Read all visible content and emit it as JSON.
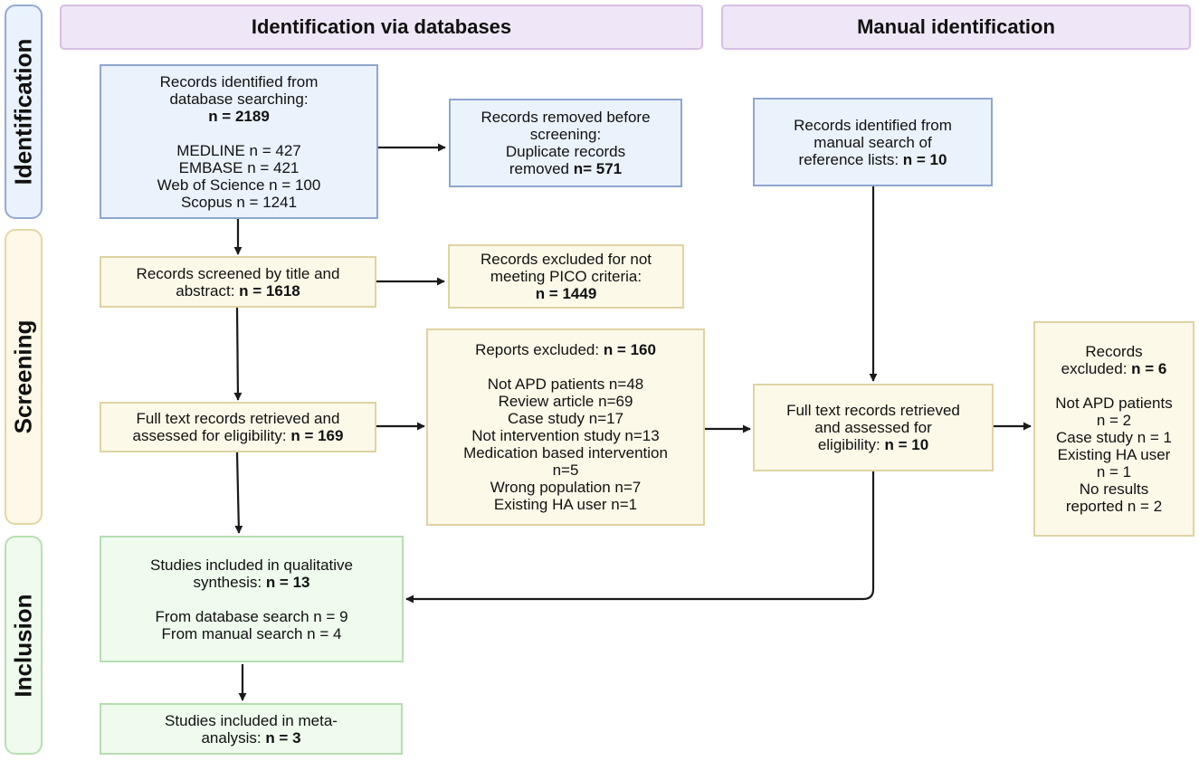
{
  "headers": {
    "databases": "Identification via databases",
    "manual": "Manual identification"
  },
  "phases": {
    "identification": "Identification",
    "screening": "Screening",
    "inclusion": "Inclusion"
  },
  "boxes": {
    "db_identified": {
      "l1": "Records identified from",
      "l2": "database searching:",
      "n": "n = 2189",
      "s1": "MEDLINE n = 427",
      "s2": "EMBASE n = 421",
      "s3": "Web of Science n = 100",
      "s4": "Scopus n = 1241"
    },
    "removed": {
      "l1": "Records removed before",
      "l2": "screening:",
      "l3": "Duplicate records",
      "l4a": "removed ",
      "n": "n= 571"
    },
    "manual_identified": {
      "l1": "Records identified from",
      "l2": "manual search of",
      "l3a": "reference lists: ",
      "n": "n = 10"
    },
    "screened": {
      "l1": "Records screened by title and",
      "l2a": "abstract: ",
      "n": "n = 1618"
    },
    "excluded_pico": {
      "l1": "Records excluded for not",
      "l2": "meeting PICO criteria:",
      "n": "n = 1449"
    },
    "fulltext_db": {
      "l1": "Full text records retrieved and",
      "l2a": "assessed for eligibility: ",
      "n": "n = 169"
    },
    "reports_excluded": {
      "title": "Reports excluded: ",
      "n": "n = 160",
      "items": [
        "Not APD patients n=48",
        "Review article n=69",
        "Case study n=17",
        "Not intervention study n=13",
        "Medication based intervention",
        "n=5",
        "Wrong population n=7",
        "Existing HA user n=1"
      ]
    },
    "fulltext_manual": {
      "l1": "Full text records retrieved",
      "l2": "and assessed for",
      "l3a": "eligibility: ",
      "n": "n = 10"
    },
    "records_excluded_manual": {
      "l1": "Records",
      "l2a": "excluded: ",
      "n": "n = 6",
      "items": [
        "Not APD patients",
        "n = 2",
        "Case study n = 1",
        "Existing HA user",
        "n = 1",
        "No results",
        "reported n = 2"
      ]
    },
    "qualitative": {
      "l1": "Studies included in qualitative",
      "l2a": "synthesis: ",
      "n": "n = 13",
      "s1": "From database search n = 9",
      "s2": "From manual search n = 4"
    },
    "meta": {
      "l1": "Studies included in meta-",
      "l2a": "analysis: ",
      "n": "n = 3"
    }
  }
}
